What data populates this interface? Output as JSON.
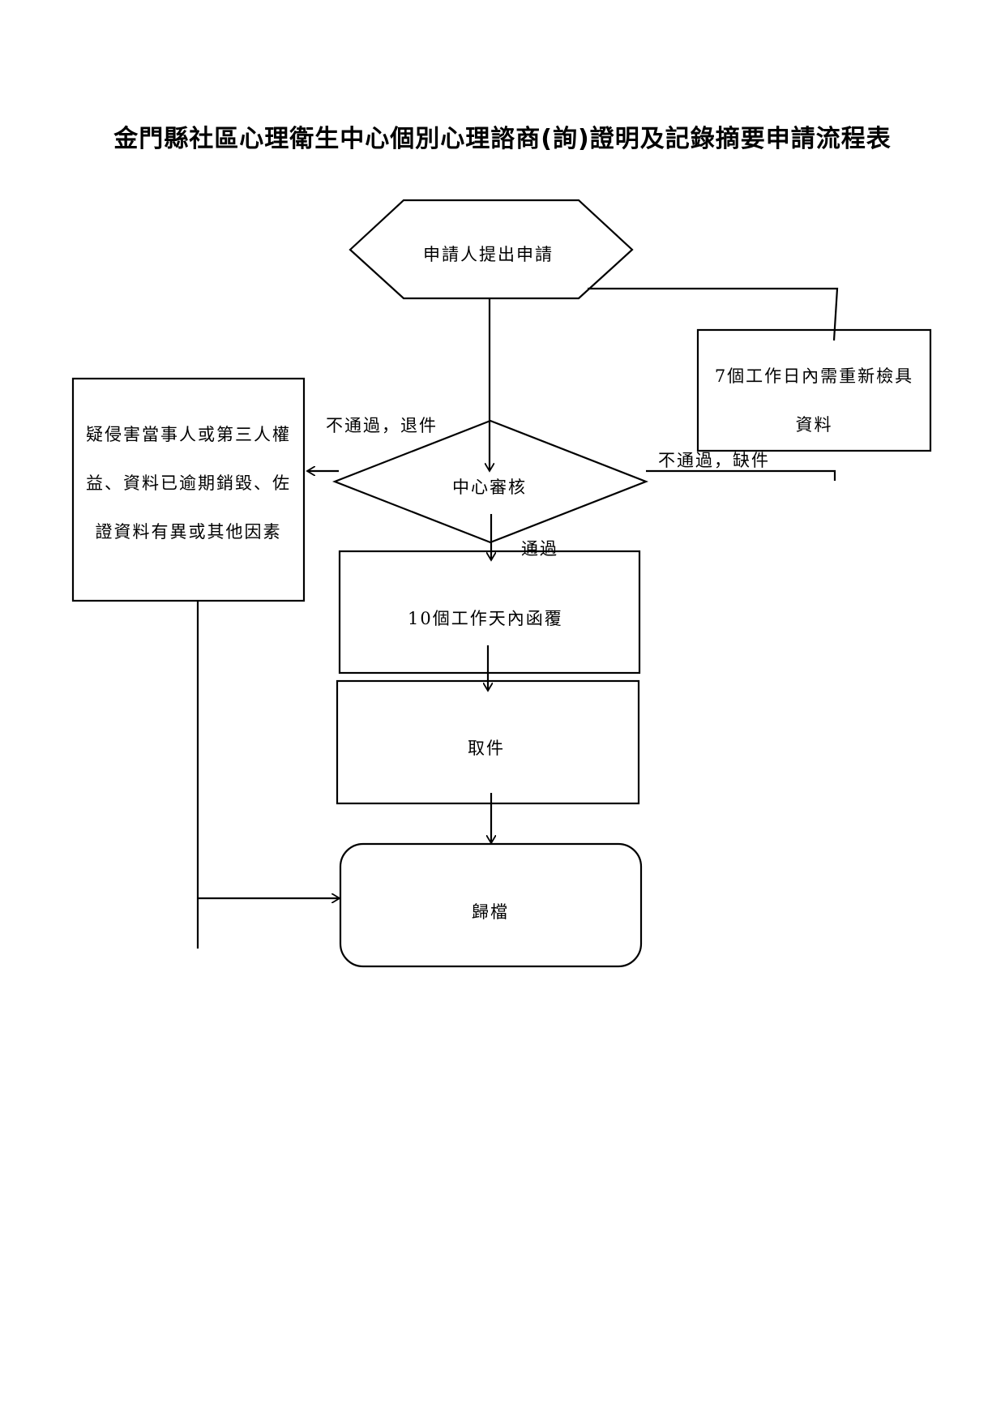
{
  "title": "金門縣社區心理衛生中心個別心理諮商(詢)證明及記錄摘要申請流程表",
  "nodes": {
    "apply": "申請人提出申請",
    "review": "中心審核",
    "supplement": "7個工作日內需重新檢具資料",
    "reject_reason": "疑侵害當事人或第三人權益、資料已逾期銷毀、佐證資料有異或其他因素",
    "reply": "10個工作天內函覆",
    "pickup": "取件",
    "archive": "歸檔"
  },
  "edges": {
    "fail_return": "不通過，退件",
    "fail_missing": "不通過，缺件",
    "pass": "通過"
  }
}
